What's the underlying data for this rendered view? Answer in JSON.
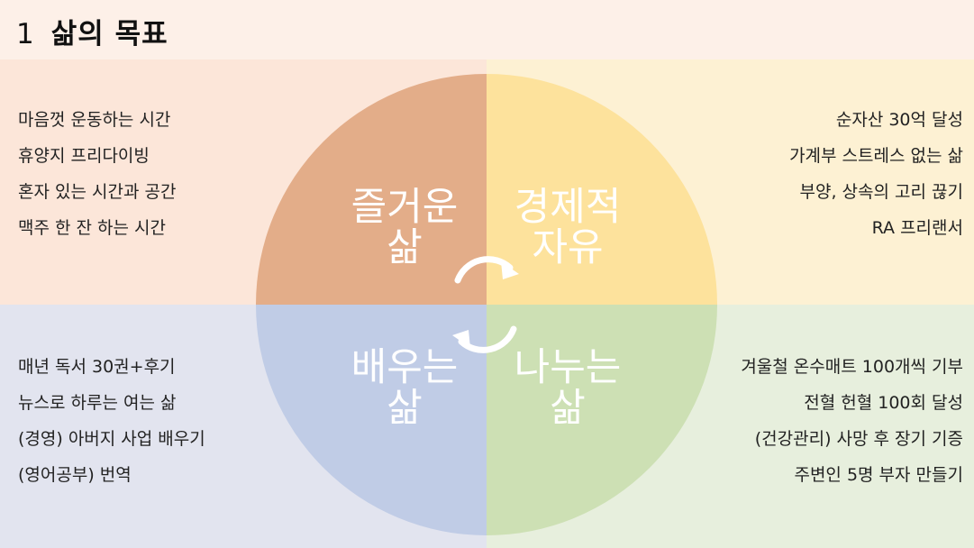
{
  "header": {
    "number": "1",
    "title": "삶의 목표"
  },
  "colors": {
    "joy": "#e3ad89",
    "finance": "#fde29c",
    "learning": "#c0cce6",
    "sharing": "#cde0b4"
  },
  "quadrants": {
    "top_left": {
      "line1": "즐거운",
      "line2": "삶",
      "items": [
        "마음껏 운동하는 시간",
        "휴양지 프리다이빙",
        "혼자 있는 시간과 공간",
        "맥주 한 잔 하는 시간"
      ]
    },
    "top_right": {
      "line1": "경제적",
      "line2": "자유",
      "items": [
        "순자산 30억 달성",
        "가계부 스트레스 없는 삶",
        "부양, 상속의 고리 끊기",
        "RA 프리랜서"
      ]
    },
    "bottom_left": {
      "line1": "배우는",
      "line2": "삶",
      "items": [
        "매년 독서 30권+후기",
        "뉴스로 하루는 여는 삶",
        "(경영) 아버지 사업 배우기",
        "(영어공부) 번역"
      ]
    },
    "bottom_right": {
      "line1": "나누는",
      "line2": "삶",
      "items": [
        "겨울철 온수매트 100개씩 기부",
        "전혈 헌혈 100회 달성",
        "(건강관리) 사망 후 장기 기증",
        "주변인 5명 부자 만들기"
      ]
    }
  }
}
